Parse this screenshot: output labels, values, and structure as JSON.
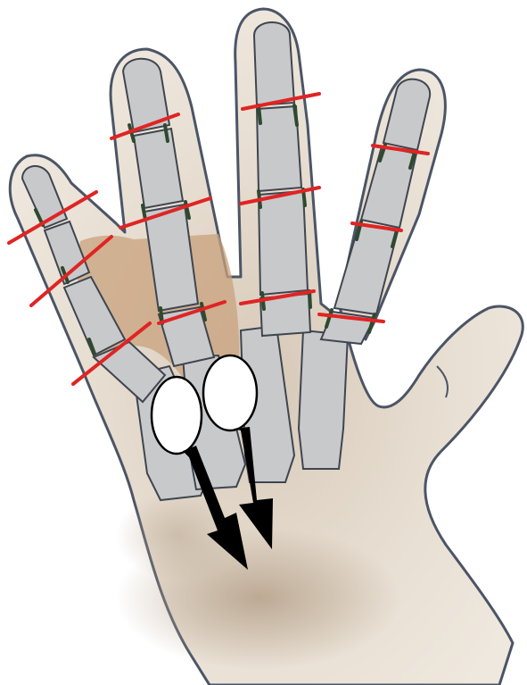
{
  "figure": {
    "subject": "hand-skeleton-illustration",
    "colors": {
      "background": "#ffffff",
      "skin": "#e6dccf",
      "skin_shadow": "#b8a794",
      "outline": "#4b5566",
      "bone": "#c8c9cb",
      "bone_outline": "#3f4550",
      "ligament": "#2e4a2e",
      "cut_line": "#e02424",
      "tendon_sheath": "#c8a27c",
      "pad": "#ffffff",
      "arrow": "#000000"
    },
    "fingers": [
      {
        "name": "little",
        "cut_lines": 3
      },
      {
        "name": "ring",
        "cut_lines": 3
      },
      {
        "name": "middle",
        "cut_lines": 3
      },
      {
        "name": "index",
        "cut_lines": 3
      }
    ],
    "arrows": 2,
    "pads": 2
  }
}
